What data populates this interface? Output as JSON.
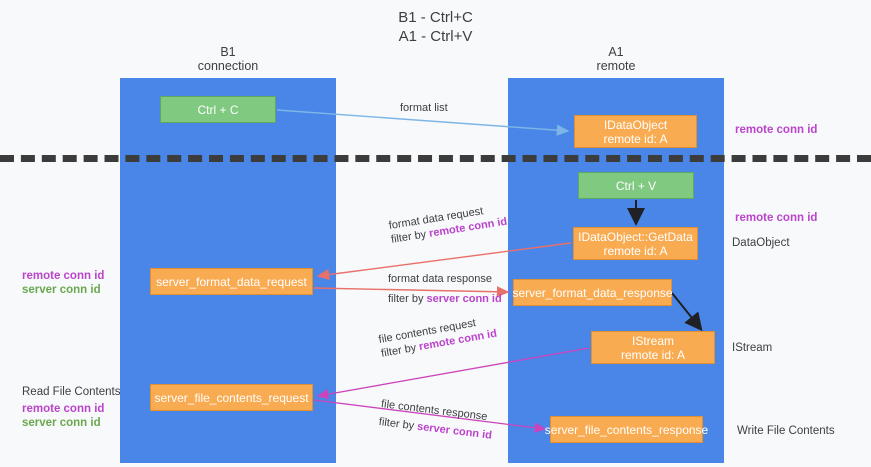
{
  "title": {
    "line1": "B1 - Ctrl+C",
    "line2": "A1 - Ctrl+V"
  },
  "lanes": [
    {
      "name": "b1",
      "title": "B1",
      "subtitle": "connection",
      "color": "#4a86e8"
    },
    {
      "name": "a1",
      "title": "A1",
      "subtitle": "remote",
      "color": "#4a86e8"
    }
  ],
  "nodes": [
    {
      "id": "ctrl-c",
      "label": "Ctrl + C",
      "sub": "",
      "color": "#7fc980",
      "lane": "b1"
    },
    {
      "id": "idataobject",
      "label": "IDataObject",
      "sub": "remote id: A",
      "color": "#f9ab52",
      "lane": "a1"
    },
    {
      "id": "ctrl-v",
      "label": "Ctrl + V",
      "sub": "",
      "color": "#7fc980",
      "lane": "a1"
    },
    {
      "id": "getdata",
      "label": "IDataObject::GetData",
      "sub": "remote id: A",
      "color": "#f9ab52",
      "lane": "a1"
    },
    {
      "id": "server-format-data-request",
      "label": "server_format_data_request",
      "sub": "",
      "color": "#f9ab52",
      "lane": "b1"
    },
    {
      "id": "server-format-data-response",
      "label": "server_format_data_response",
      "sub": "",
      "color": "#f9ab52",
      "lane": "a1"
    },
    {
      "id": "istream",
      "label": "IStream",
      "sub": "remote id: A",
      "color": "#f9ab52",
      "lane": "a1"
    },
    {
      "id": "server-file-contents-request",
      "label": "server_file_contents_request",
      "sub": "",
      "color": "#f9ab52",
      "lane": "b1"
    },
    {
      "id": "server-file-contents-response",
      "label": "server_file_contents_response",
      "sub": "",
      "color": "#f9ab52",
      "lane": "a1"
    }
  ],
  "arrows": [
    {
      "id": "format-list",
      "line1": "format list",
      "line2_prefix": "",
      "line2_key": "",
      "color": "#7eb5e8"
    },
    {
      "id": "format-data-request",
      "line1": "format data request",
      "line2_prefix": "filter by ",
      "line2_key": "remote conn id",
      "color": "#e8706a"
    },
    {
      "id": "format-data-response",
      "line1": "format data response",
      "line2_prefix": "filter by ",
      "line2_key": "server conn id",
      "color": "#e8706a"
    },
    {
      "id": "file-contents-request",
      "line1": "file contents request",
      "line2_prefix": "filter by ",
      "line2_key": "remote conn id",
      "color": "#cc44bb"
    },
    {
      "id": "file-contents-response",
      "line1": "file contents response",
      "line2_prefix": "filter by ",
      "line2_key": "server conn id",
      "color": "#cc44bb"
    }
  ],
  "side_labels": {
    "right": [
      {
        "id": "right-remote-conn-id-top",
        "text": "remote conn id",
        "style": "purple"
      },
      {
        "id": "right-remote-conn-id-middle",
        "text": "remote conn id",
        "style": "purple"
      },
      {
        "id": "right-dataobject",
        "text": "DataObject",
        "style": "plain"
      },
      {
        "id": "right-istream",
        "text": "IStream",
        "style": "plain"
      },
      {
        "id": "right-write-file-contents",
        "text": "Write File Contents",
        "style": "plain"
      }
    ],
    "left": [
      {
        "id": "left-remote-conn-id-middle",
        "text": "remote conn id",
        "style": "purple"
      },
      {
        "id": "left-server-conn-id-middle",
        "text": "server conn id",
        "style": "green"
      },
      {
        "id": "left-read-file-contents",
        "text": "Read File Contents",
        "style": "plain"
      },
      {
        "id": "left-remote-conn-id-bottom",
        "text": "remote conn id",
        "style": "purple"
      },
      {
        "id": "left-server-conn-id-bottom",
        "text": "server conn id",
        "style": "green"
      }
    ]
  },
  "colors": {
    "lane": "#4a86e8",
    "green_node": "#7fc980",
    "orange_node": "#f9ab52",
    "purple_text": "#bb44cc",
    "green_text": "#6aa84f",
    "red_arrow": "#e8706a",
    "magenta_arrow": "#cc44bb",
    "blue_arrow": "#7eb5e8",
    "divider": "#3c3c3c",
    "background": "#f8f9fa"
  }
}
